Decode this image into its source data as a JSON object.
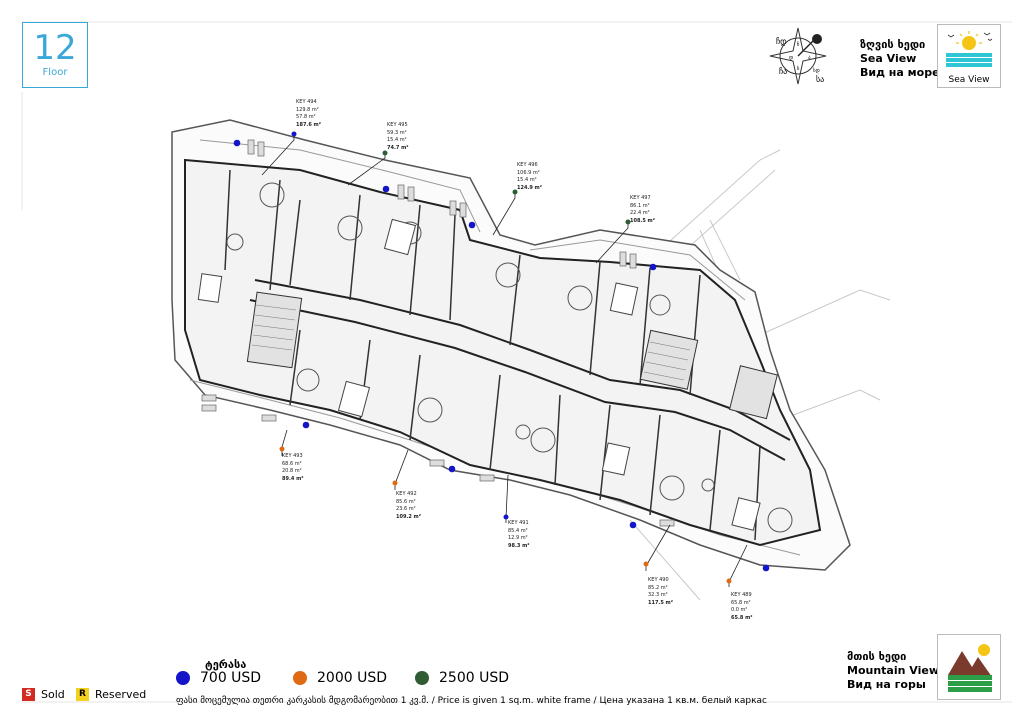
{
  "floor": {
    "number": "12",
    "label": "Floor"
  },
  "sea_view": {
    "ka": "ზღვის ხედი",
    "en": "Sea View",
    "ru": "Вид на море",
    "badge_label": "Sea View"
  },
  "mountain_view": {
    "ka": "მთის ხედი",
    "en": "Mountain View",
    "ru": "Вид на горы"
  },
  "compass": {
    "labels": [
      "ჩ",
      "ს",
      "ა",
      "დ",
      "ჩდ",
      "სდ",
      "სა",
      "ჩა"
    ]
  },
  "units": [
    {
      "key": "KEY 494",
      "a": "129.8 m²",
      "b": "57.8 m²",
      "total": "187.6 m²",
      "tier": "blue"
    },
    {
      "key": "KEY 495",
      "a": "59.3 m²",
      "b": "15.4 m²",
      "total": "74.7 m²",
      "tier": "green"
    },
    {
      "key": "KEY 496",
      "a": "106.9 m²",
      "b": "15.4 m²",
      "total": "124.9 m²",
      "tier": "green"
    },
    {
      "key": "KEY 497",
      "a": "86.1 m²",
      "b": "22.4 m²",
      "total": "108.5 m²",
      "tier": "green"
    },
    {
      "key": "KEY 493",
      "a": "68.6 m²",
      "b": "20.8 m²",
      "total": "89.4 m²",
      "tier": "orange"
    },
    {
      "key": "KEY 492",
      "a": "85.6 m²",
      "b": "23.6 m²",
      "total": "109.2 m²",
      "tier": "orange"
    },
    {
      "key": "KEY 491",
      "a": "85.4 m²",
      "b": "12.9 m²",
      "total": "98.3 m²",
      "tier": "blue"
    },
    {
      "key": "KEY 490",
      "a": "85.2 m²",
      "b": "32.3 m²",
      "total": "117.5 m²",
      "tier": "orange"
    },
    {
      "key": "KEY 489",
      "a": "65.8 m²",
      "b": "0.0 m²",
      "total": "65.8 m²",
      "tier": "orange"
    }
  ],
  "legend": {
    "title": "ტერასა",
    "items": [
      {
        "label": "700 USD",
        "color": "#1414c8"
      },
      {
        "label": "2000 USD",
        "color": "#e06a14"
      },
      {
        "label": "2500 USD",
        "color": "#2f5c33"
      }
    ]
  },
  "status": {
    "sold": {
      "letter": "S",
      "label": "Sold",
      "color": "#d22b22"
    },
    "reserved": {
      "letter": "R",
      "label": "Reserved",
      "color": "#f2d21c"
    }
  },
  "footnote": "ფასი მოცემულია თეთრი კარკასის მდგომარეობით 1 კვ.მ. / Price is given 1 sq.m. white frame / Цена указана 1 кв.м. белый каркас"
}
